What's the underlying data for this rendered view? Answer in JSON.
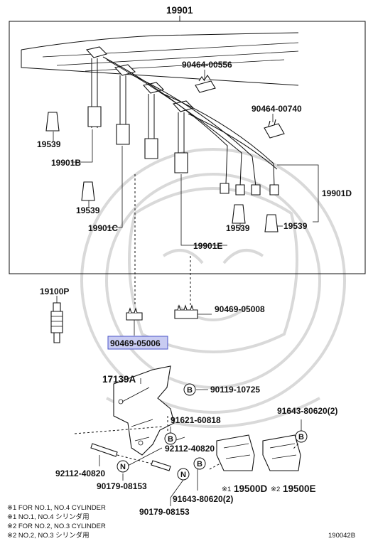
{
  "diagram": {
    "labels": {
      "main_assembly": "19901",
      "clamp_upper": "90464-00556",
      "clamp_right": "90464-00740",
      "boot_left_upper": "19539",
      "cord_b": "19901B",
      "boot_left_lower": "19539",
      "cord_c": "19901C",
      "boot_mid": "19539",
      "boot_right": "19539",
      "cord_d": "19901D",
      "cord_e": "19901E",
      "spark_plug": "19100P",
      "clamp_05008": "90469-05008",
      "clamp_05006": "90469-05006",
      "bracket": "17139A",
      "bolt_10725": "90119-10725",
      "bolt_60818": "91621-60818",
      "stud_40820_right": "92112-40820",
      "stud_40820_left": "92112-40820",
      "nut_08153_a": "90179-08153",
      "nut_08153_b": "90179-08153",
      "bolt_80620_mid": "91643-80620(2)",
      "bolt_80620_right": "91643-80620(2)",
      "coil_d": "19500D",
      "coil_e": "19500E",
      "mark_d": "※1",
      "mark_e": "※2"
    },
    "callouts": {
      "b1": "B",
      "b2": "B",
      "b3": "B",
      "b4": "B",
      "n1": "N",
      "n2": "N"
    },
    "notes": [
      "※1 FOR NO.1, NO.4 CYLINDER",
      "※1 NO.1, NO.4 シリンダ用",
      "※2 FOR NO.2, NO.3 CYLINDER",
      "※2 NO.2, NO.3 シリンダ用"
    ],
    "figure_code": "190042B",
    "highlighted_part": "90469-05006",
    "colors": {
      "line": "#111111",
      "highlight_fill": "#c9ccf2",
      "highlight_border": "#4a55c8",
      "watermark": "#d9d9d9"
    }
  }
}
